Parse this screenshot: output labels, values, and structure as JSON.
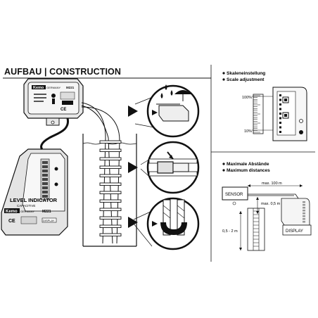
{
  "title": "AUFBAU | CONSTRUCTION",
  "sensor_unit": {
    "brand": "Kemo",
    "tagline": "GERMANY",
    "model": "M221"
  },
  "indicator_unit": {
    "name": "LEVEL INDICATOR",
    "type": "CAPACITIVE",
    "brand": "Kemo",
    "tagline": "GERMANY",
    "model": "M221",
    "label": "DISPLAY"
  },
  "scale_panel": {
    "heading_de": "Skaleneinstellung",
    "heading_en": "Scale adjustment",
    "top_mark": "100%",
    "bottom_mark": "10%"
  },
  "distance_panel": {
    "heading_de": "Maximale Abstände",
    "heading_en": "Maximum distances",
    "sensor_label": "SENSOR",
    "display_label": "DISPLAY",
    "max_horizontal": "max. 100 m",
    "max_vertical": "max. 0,5 m",
    "sensor_length": "0,5 - 2 m"
  }
}
